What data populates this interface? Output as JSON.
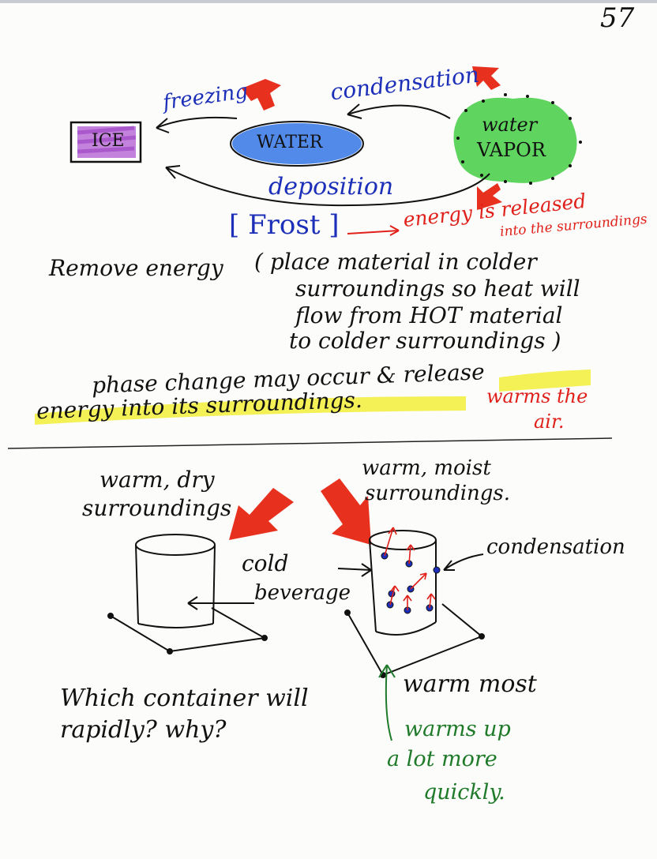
{
  "page_number": "57",
  "diagram": {
    "ice": "ICE",
    "water": "WATER",
    "vapor_line1": "water",
    "vapor_line2": "VAPOR",
    "freezing": "freezing",
    "condensation": "condensation",
    "deposition": "deposition",
    "frost": "[ Frost ]",
    "energy_line1": "energy is released",
    "energy_line2": "into the surroundings"
  },
  "notes": {
    "remove_energy": "Remove energy",
    "paren_1": "( place material in colder",
    "paren_2": "surroundings so heat will",
    "paren_3": "flow from HOT material",
    "paren_4": "to colder surroundings )",
    "phase_1": "phase change may occur & release",
    "phase_2": "energy into its surroundings.",
    "warms_1": "warms the",
    "warms_2": "air."
  },
  "lower": {
    "warm_dry_1": "warm, dry",
    "warm_dry_2": "surroundings",
    "warm_moist_1": "warm, moist",
    "warm_moist_2": "surroundings.",
    "cold_1": "cold",
    "cold_2": "beverage",
    "condensation": "condensation",
    "question_1": "Which container will",
    "question_2": "rapidly? why?",
    "warm_most": "warm most",
    "answer_1": "warms up",
    "answer_2": "a lot more",
    "answer_3": "quickly."
  },
  "colors": {
    "ink": "#111111",
    "blue": "#1c2fb8",
    "red": "#e0201a",
    "green": "#1f7a2a",
    "highlight": "#f2ef3a",
    "ice_fill": "#b05ad0",
    "water_fill": "#3f7de8",
    "vapor_fill": "#4ed04e"
  }
}
